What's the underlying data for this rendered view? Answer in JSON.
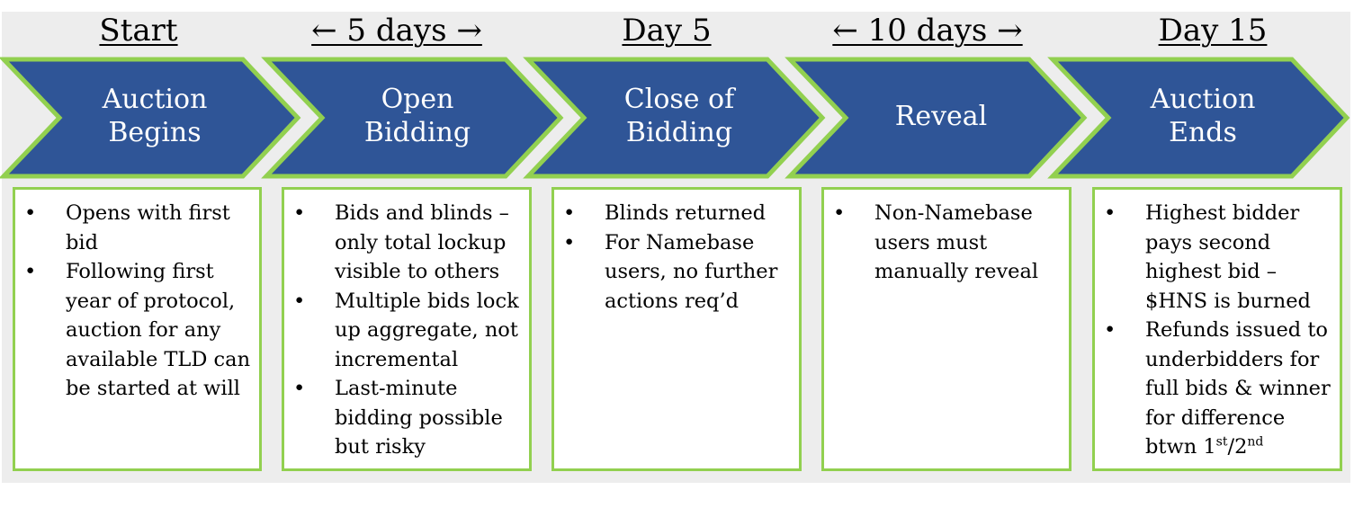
{
  "timeline": [
    {
      "label": "Start"
    },
    {
      "label": "← 5 days →"
    },
    {
      "label": "Day 5"
    },
    {
      "label": "← 10 days →"
    },
    {
      "label": "Day 15"
    }
  ],
  "steps": [
    {
      "title": "Auction\nBegins"
    },
    {
      "title": "Open\nBidding"
    },
    {
      "title": "Close of\nBidding"
    },
    {
      "title": "Reveal"
    },
    {
      "title": "Auction\nEnds"
    }
  ],
  "details": [
    {
      "bullets": [
        "Opens with first bid",
        "Following first year of protocol, auction for any available TLD can be started at will"
      ]
    },
    {
      "bullets": [
        "Bids and blinds – only total lockup visible to others",
        "Multiple bids lock up aggregate, not incremental",
        "Last-minute bidding possible but risky"
      ]
    },
    {
      "bullets": [
        "Blinds returned",
        "For Namebase users, no further actions req’d"
      ]
    },
    {
      "bullets": [
        "Non-Namebase users must manually reveal"
      ]
    },
    {
      "bullets": [
        "Highest bidder pays second highest bid – $HNS is burned",
        "Refunds issued to underbidders for full bids & winner for difference btwn 1",
        "st",
        "/2",
        "nd"
      ]
    }
  ],
  "bullet_glyph": "•",
  "colors": {
    "chevron_fill": "#2f5597",
    "chevron_border": "#92d050",
    "panel": "#ededed",
    "box_border": "#92d050"
  }
}
